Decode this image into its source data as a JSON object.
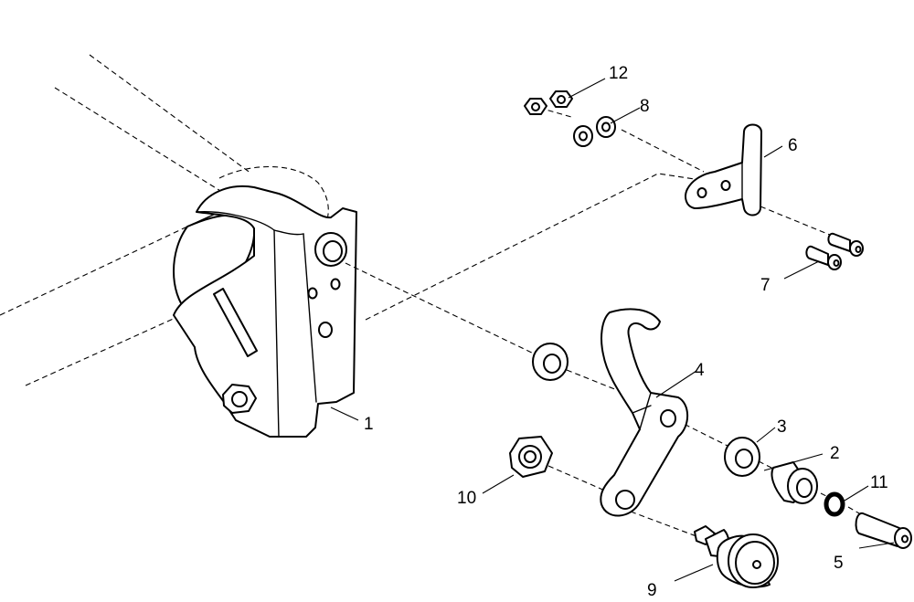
{
  "diagram": {
    "type": "exploded-parts-view",
    "colors": {
      "line": "#000000",
      "background": "#ffffff"
    },
    "callouts": [
      {
        "id": "c1",
        "label": "1"
      },
      {
        "id": "c2",
        "label": "2"
      },
      {
        "id": "c3",
        "label": "3"
      },
      {
        "id": "c4",
        "label": "4"
      },
      {
        "id": "c5",
        "label": "5"
      },
      {
        "id": "c6",
        "label": "6"
      },
      {
        "id": "c7",
        "label": "7"
      },
      {
        "id": "c8",
        "label": "8"
      },
      {
        "id": "c9",
        "label": "9"
      },
      {
        "id": "c10",
        "label": "10"
      },
      {
        "id": "c11",
        "label": "11"
      },
      {
        "id": "c12",
        "label": "12"
      }
    ]
  }
}
